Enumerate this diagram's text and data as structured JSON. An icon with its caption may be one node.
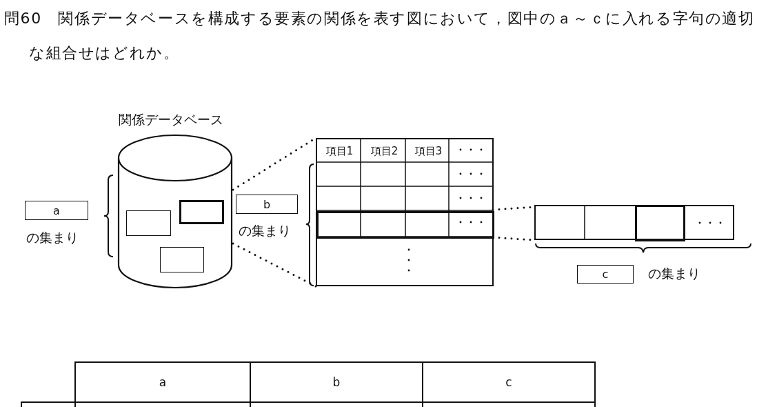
{
  "diagram": {
    "title": "問60　関係データベースを構成する要素の関係を表す図において，図中のａ～ｃに入れる字句の適切な組合せはどれか。",
    "nodes": [
      {
        "text": [
          "関係データベース"
        ]
      },
      {
        "text": [],
        "shape": "box",
        "in": 0
      },
      {
        "text": [],
        "shape": "box",
        "in": 0
      },
      {
        "text": [],
        "shape": "box",
        "in": 0
      },
      {
        "text": [
          "a"
        ],
        "beside": [
          "の集まり"
        ]
      },
      {
        "text": [
          "b"
        ],
        "beside": [
          "の集まり"
        ]
      },
      {
        "text": [
          "項目1",
          "項目2",
          "項目3"
        ]
      },
      {
        "text": [],
        "shape": "box",
        "in": 6
      },
      {
        "text": [],
        "shape": "box"
      },
      {
        "text": [],
        "shape": "box",
        "in": 8
      },
      {
        "text": [
          "c"
        ],
        "beside": [
          "の集まり"
        ]
      }
    ],
    "edges": [
      {
        "from": 0,
        "to": 6,
        "arrow": "none"
      },
      {
        "from": 0,
        "to": 6,
        "arrow": "none"
      },
      {
        "from": 7,
        "to": 8,
        "arrow": "none"
      },
      {
        "from": 7,
        "to": 8,
        "arrow": "none"
      }
    ],
    "labels": [
      "a",
      "b",
      "c"
    ]
  }
}
